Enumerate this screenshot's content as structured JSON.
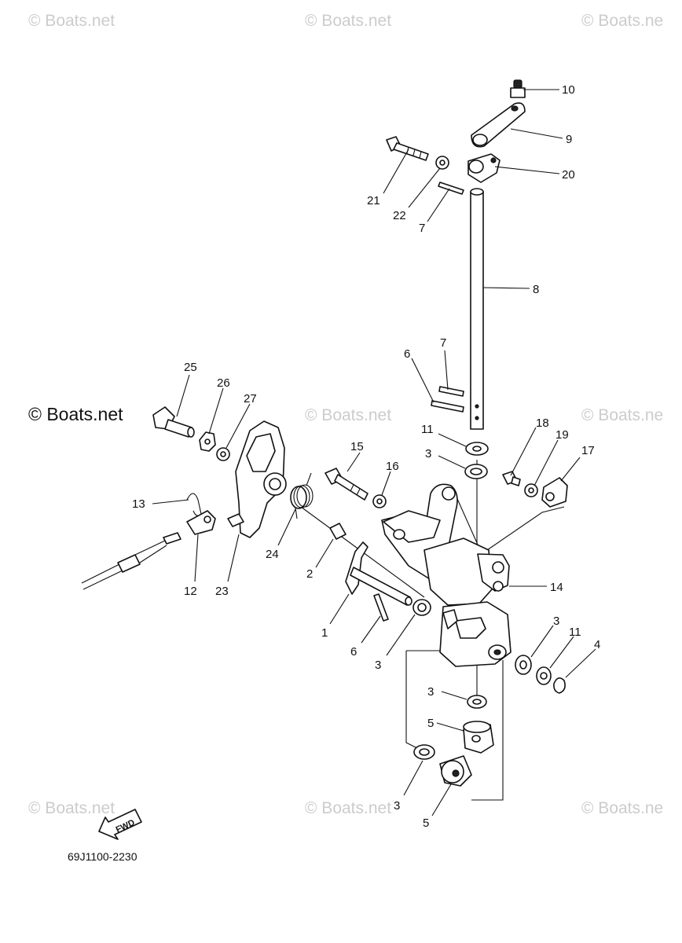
{
  "watermarks": {
    "main": "© Boats.net",
    "faint": "© Boats.net",
    "faint_cut": "© Boats.ne"
  },
  "part_code": "69J1100-2230",
  "fwd_label": "FWD",
  "callouts": {
    "c1": "1",
    "c2": "2",
    "c3a": "3",
    "c3b": "3",
    "c3c": "3",
    "c3d": "3",
    "c3e": "3",
    "c4": "4",
    "c5a": "5",
    "c5b": "5",
    "c6a": "6",
    "c6b": "6",
    "c7a": "7",
    "c7b": "7",
    "c8": "8",
    "c9": "9",
    "c10": "10",
    "c11a": "11",
    "c11b": "11",
    "c12": "12",
    "c13": "13",
    "c14": "14",
    "c15": "15",
    "c16": "16",
    "c17": "17",
    "c18": "18",
    "c19": "19",
    "c20": "20",
    "c21": "21",
    "c22": "22",
    "c23": "23",
    "c24": "24",
    "c25": "25",
    "c26": "26",
    "c27": "27"
  }
}
